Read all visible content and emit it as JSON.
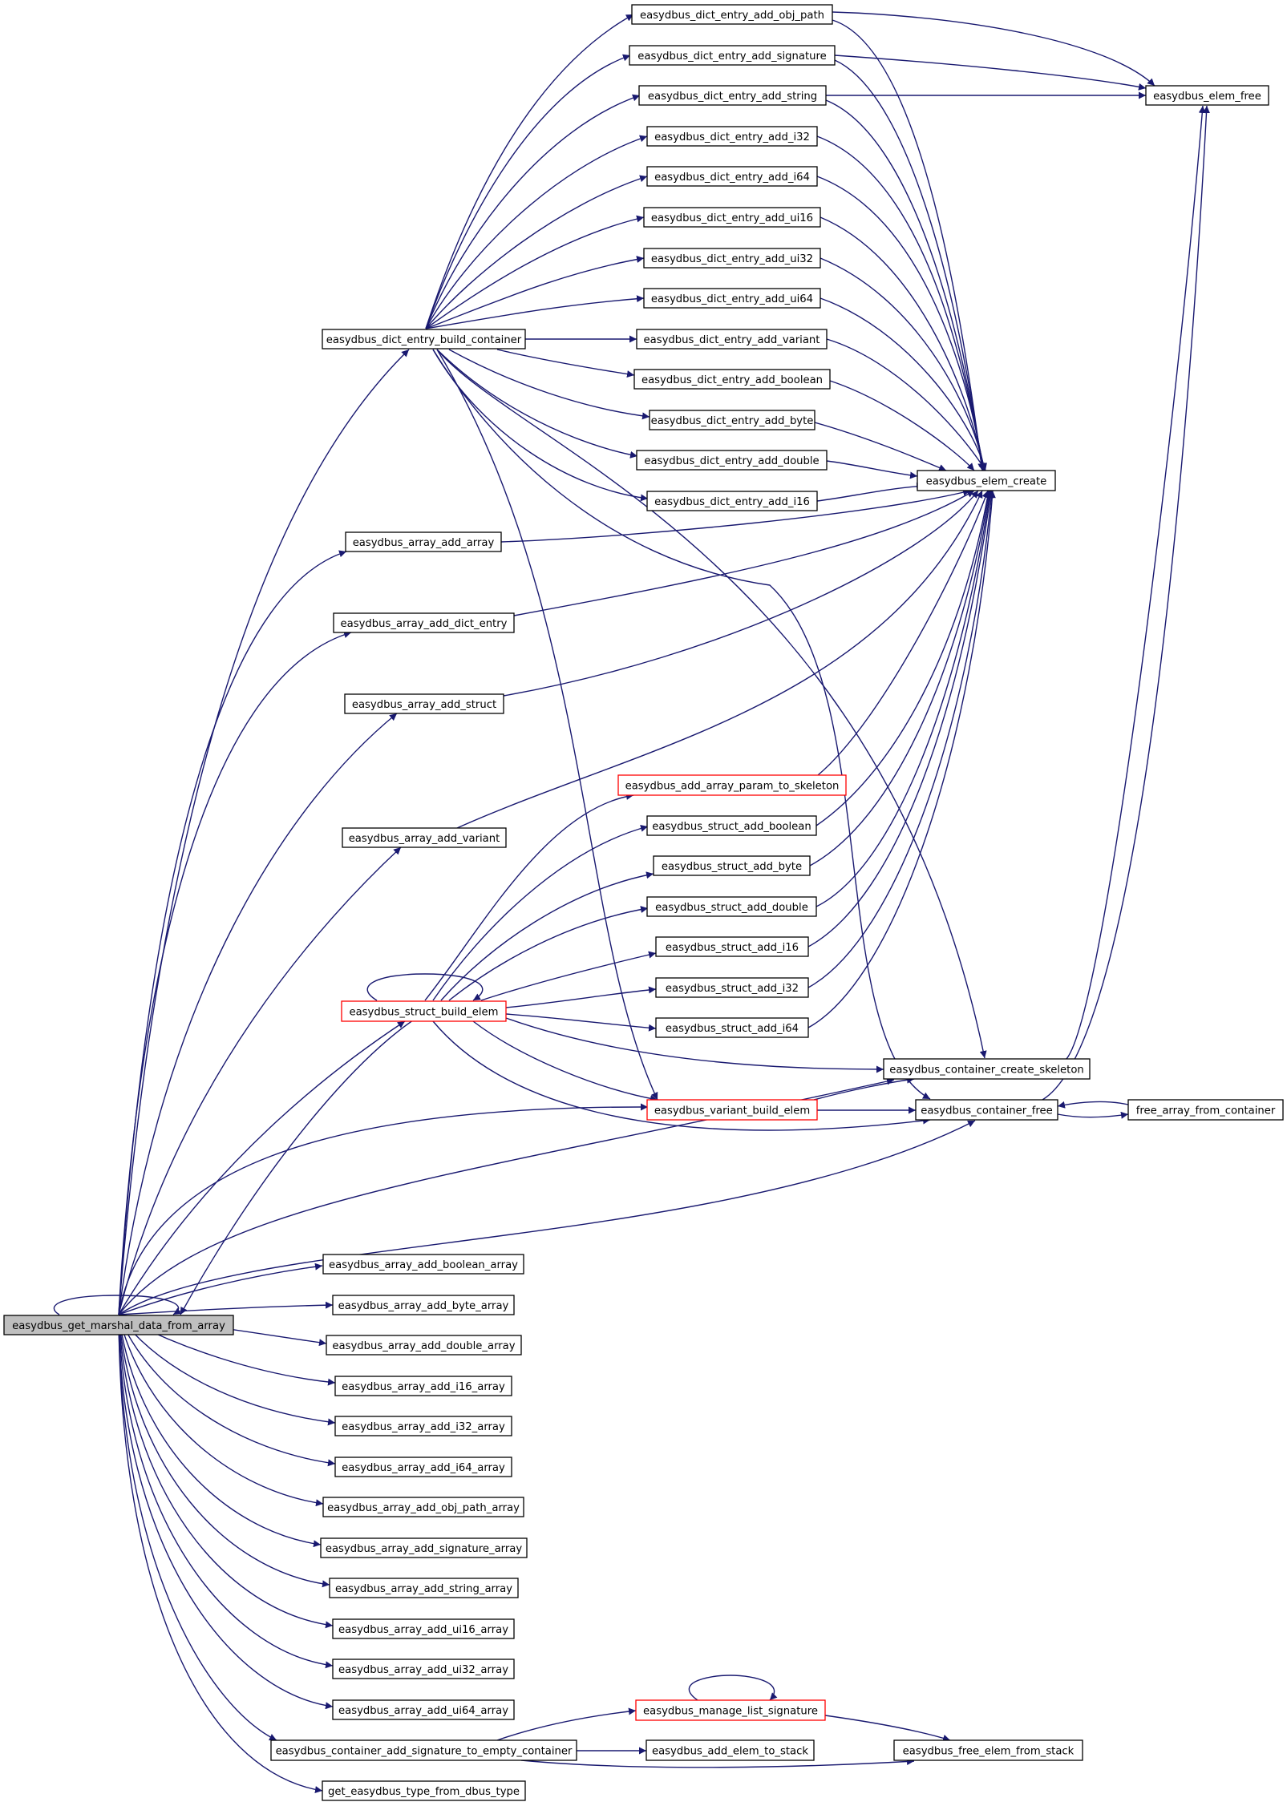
{
  "colors": {
    "edge": "#191970",
    "node_border": "#000000",
    "node_border_truncated": "#ff0000",
    "node_fill": "#ffffff",
    "root_fill": "#bfbfbf"
  },
  "nodes": [
    {
      "id": "root",
      "label": "easydbus_get_marshal_data_from_array",
      "style": "root"
    },
    {
      "id": "dict_build",
      "label": "easydbus_dict_entry_build_container",
      "style": "normal"
    },
    {
      "id": "arr_array",
      "label": "easydbus_array_add_array",
      "style": "normal"
    },
    {
      "id": "arr_dict",
      "label": "easydbus_array_add_dict_entry",
      "style": "normal"
    },
    {
      "id": "arr_struct",
      "label": "easydbus_array_add_struct",
      "style": "normal"
    },
    {
      "id": "arr_variant",
      "label": "easydbus_array_add_variant",
      "style": "normal"
    },
    {
      "id": "struct_build",
      "label": "easydbus_struct_build_elem",
      "style": "truncated"
    },
    {
      "id": "arr_bool",
      "label": "easydbus_array_add_boolean_array",
      "style": "normal"
    },
    {
      "id": "arr_byte",
      "label": "easydbus_array_add_byte_array",
      "style": "normal"
    },
    {
      "id": "arr_double",
      "label": "easydbus_array_add_double_array",
      "style": "normal"
    },
    {
      "id": "arr_i16",
      "label": "easydbus_array_add_i16_array",
      "style": "normal"
    },
    {
      "id": "arr_i32",
      "label": "easydbus_array_add_i32_array",
      "style": "normal"
    },
    {
      "id": "arr_i64",
      "label": "easydbus_array_add_i64_array",
      "style": "normal"
    },
    {
      "id": "arr_objpath",
      "label": "easydbus_array_add_obj_path_array",
      "style": "normal"
    },
    {
      "id": "arr_sig",
      "label": "easydbus_array_add_signature_array",
      "style": "normal"
    },
    {
      "id": "arr_string",
      "label": "easydbus_array_add_string_array",
      "style": "normal"
    },
    {
      "id": "arr_ui16",
      "label": "easydbus_array_add_ui16_array",
      "style": "normal"
    },
    {
      "id": "arr_ui32",
      "label": "easydbus_array_add_ui32_array",
      "style": "normal"
    },
    {
      "id": "arr_ui64",
      "label": "easydbus_array_add_ui64_array",
      "style": "normal"
    },
    {
      "id": "cont_add_sig",
      "label": "easydbus_container_add_signature_to_empty_container",
      "style": "normal"
    },
    {
      "id": "get_type",
      "label": "get_easydbus_type_from_dbus_type",
      "style": "normal"
    },
    {
      "id": "de_objpath",
      "label": "easydbus_dict_entry_add_obj_path",
      "style": "normal"
    },
    {
      "id": "de_sig",
      "label": "easydbus_dict_entry_add_signature",
      "style": "normal"
    },
    {
      "id": "de_string",
      "label": "easydbus_dict_entry_add_string",
      "style": "normal"
    },
    {
      "id": "de_i32",
      "label": "easydbus_dict_entry_add_i32",
      "style": "normal"
    },
    {
      "id": "de_i64",
      "label": "easydbus_dict_entry_add_i64",
      "style": "normal"
    },
    {
      "id": "de_ui16",
      "label": "easydbus_dict_entry_add_ui16",
      "style": "normal"
    },
    {
      "id": "de_ui32",
      "label": "easydbus_dict_entry_add_ui32",
      "style": "normal"
    },
    {
      "id": "de_ui64",
      "label": "easydbus_dict_entry_add_ui64",
      "style": "normal"
    },
    {
      "id": "de_variant",
      "label": "easydbus_dict_entry_add_variant",
      "style": "normal"
    },
    {
      "id": "de_boolean",
      "label": "easydbus_dict_entry_add_boolean",
      "style": "normal"
    },
    {
      "id": "de_byte",
      "label": "easydbus_dict_entry_add_byte",
      "style": "normal"
    },
    {
      "id": "de_double",
      "label": "easydbus_dict_entry_add_double",
      "style": "normal"
    },
    {
      "id": "de_i16",
      "label": "easydbus_dict_entry_add_i16",
      "style": "normal"
    },
    {
      "id": "add_arr_param",
      "label": "easydbus_add_array_param_to_skeleton",
      "style": "truncated"
    },
    {
      "id": "st_boolean",
      "label": "easydbus_struct_add_boolean",
      "style": "normal"
    },
    {
      "id": "st_byte",
      "label": "easydbus_struct_add_byte",
      "style": "normal"
    },
    {
      "id": "st_double",
      "label": "easydbus_struct_add_double",
      "style": "normal"
    },
    {
      "id": "st_i16",
      "label": "easydbus_struct_add_i16",
      "style": "normal"
    },
    {
      "id": "st_i32",
      "label": "easydbus_struct_add_i32",
      "style": "normal"
    },
    {
      "id": "st_i64",
      "label": "easydbus_struct_add_i64",
      "style": "normal"
    },
    {
      "id": "variant_build",
      "label": "easydbus_variant_build_elem",
      "style": "truncated"
    },
    {
      "id": "manage_list",
      "label": "easydbus_manage_list_signature",
      "style": "truncated"
    },
    {
      "id": "add_elem_stack",
      "label": "easydbus_add_elem_to_stack",
      "style": "normal"
    },
    {
      "id": "elem_free",
      "label": "easydbus_elem_free",
      "style": "normal"
    },
    {
      "id": "elem_create",
      "label": "easydbus_elem_create",
      "style": "normal"
    },
    {
      "id": "cont_skeleton",
      "label": "easydbus_container_create_skeleton",
      "style": "normal"
    },
    {
      "id": "cont_free",
      "label": "easydbus_container_free",
      "style": "normal"
    },
    {
      "id": "free_elem_stack",
      "label": "easydbus_free_elem_from_stack",
      "style": "normal"
    },
    {
      "id": "free_array",
      "label": "free_array_from_container",
      "style": "normal"
    }
  ],
  "edges": [
    [
      "root",
      "root"
    ],
    [
      "root",
      "dict_build"
    ],
    [
      "root",
      "arr_array"
    ],
    [
      "root",
      "arr_dict"
    ],
    [
      "root",
      "arr_struct"
    ],
    [
      "root",
      "arr_variant"
    ],
    [
      "root",
      "struct_build"
    ],
    [
      "root",
      "variant_build"
    ],
    [
      "root",
      "cont_skeleton"
    ],
    [
      "root",
      "cont_free"
    ],
    [
      "root",
      "arr_bool"
    ],
    [
      "root",
      "arr_byte"
    ],
    [
      "root",
      "arr_double"
    ],
    [
      "root",
      "arr_i16"
    ],
    [
      "root",
      "arr_i32"
    ],
    [
      "root",
      "arr_i64"
    ],
    [
      "root",
      "arr_objpath"
    ],
    [
      "root",
      "arr_sig"
    ],
    [
      "root",
      "arr_string"
    ],
    [
      "root",
      "arr_ui16"
    ],
    [
      "root",
      "arr_ui32"
    ],
    [
      "root",
      "arr_ui64"
    ],
    [
      "root",
      "cont_add_sig"
    ],
    [
      "root",
      "get_type"
    ],
    [
      "dict_build",
      "de_objpath"
    ],
    [
      "dict_build",
      "de_sig"
    ],
    [
      "dict_build",
      "de_string"
    ],
    [
      "dict_build",
      "de_i32"
    ],
    [
      "dict_build",
      "de_i64"
    ],
    [
      "dict_build",
      "de_ui16"
    ],
    [
      "dict_build",
      "de_ui32"
    ],
    [
      "dict_build",
      "de_ui64"
    ],
    [
      "dict_build",
      "de_variant"
    ],
    [
      "dict_build",
      "de_boolean"
    ],
    [
      "dict_build",
      "de_byte"
    ],
    [
      "dict_build",
      "de_double"
    ],
    [
      "dict_build",
      "de_i16"
    ],
    [
      "dict_build",
      "cont_skeleton"
    ],
    [
      "dict_build",
      "cont_free"
    ],
    [
      "dict_build",
      "variant_build"
    ],
    [
      "de_objpath",
      "elem_free"
    ],
    [
      "de_objpath",
      "elem_create"
    ],
    [
      "de_sig",
      "elem_free"
    ],
    [
      "de_sig",
      "elem_create"
    ],
    [
      "de_string",
      "elem_free"
    ],
    [
      "de_string",
      "elem_create"
    ],
    [
      "de_i32",
      "elem_create"
    ],
    [
      "de_i64",
      "elem_create"
    ],
    [
      "de_ui16",
      "elem_create"
    ],
    [
      "de_ui32",
      "elem_create"
    ],
    [
      "de_ui64",
      "elem_create"
    ],
    [
      "de_variant",
      "elem_create"
    ],
    [
      "de_boolean",
      "elem_create"
    ],
    [
      "de_byte",
      "elem_create"
    ],
    [
      "de_double",
      "elem_create"
    ],
    [
      "de_i16",
      "elem_create"
    ],
    [
      "arr_array",
      "elem_create"
    ],
    [
      "arr_dict",
      "elem_create"
    ],
    [
      "arr_struct",
      "elem_create"
    ],
    [
      "arr_variant",
      "elem_create"
    ],
    [
      "struct_build",
      "struct_build"
    ],
    [
      "struct_build",
      "add_arr_param"
    ],
    [
      "struct_build",
      "st_boolean"
    ],
    [
      "struct_build",
      "st_byte"
    ],
    [
      "struct_build",
      "st_double"
    ],
    [
      "struct_build",
      "st_i16"
    ],
    [
      "struct_build",
      "st_i32"
    ],
    [
      "struct_build",
      "st_i64"
    ],
    [
      "struct_build",
      "cont_skeleton"
    ],
    [
      "struct_build",
      "variant_build"
    ],
    [
      "struct_build",
      "cont_free"
    ],
    [
      "struct_build",
      "root"
    ],
    [
      "add_arr_param",
      "elem_create"
    ],
    [
      "st_boolean",
      "elem_create"
    ],
    [
      "st_byte",
      "elem_create"
    ],
    [
      "st_double",
      "elem_create"
    ],
    [
      "st_i16",
      "elem_create"
    ],
    [
      "st_i32",
      "elem_create"
    ],
    [
      "st_i64",
      "elem_create"
    ],
    [
      "variant_build",
      "cont_skeleton"
    ],
    [
      "variant_build",
      "cont_free"
    ],
    [
      "cont_skeleton",
      "elem_free"
    ],
    [
      "cont_free",
      "elem_free"
    ],
    [
      "cont_free",
      "free_array"
    ],
    [
      "free_array",
      "cont_free"
    ],
    [
      "cont_add_sig",
      "manage_list"
    ],
    [
      "cont_add_sig",
      "add_elem_stack"
    ],
    [
      "cont_add_sig",
      "free_elem_stack"
    ],
    [
      "manage_list",
      "manage_list"
    ],
    [
      "manage_list",
      "free_elem_stack"
    ]
  ]
}
